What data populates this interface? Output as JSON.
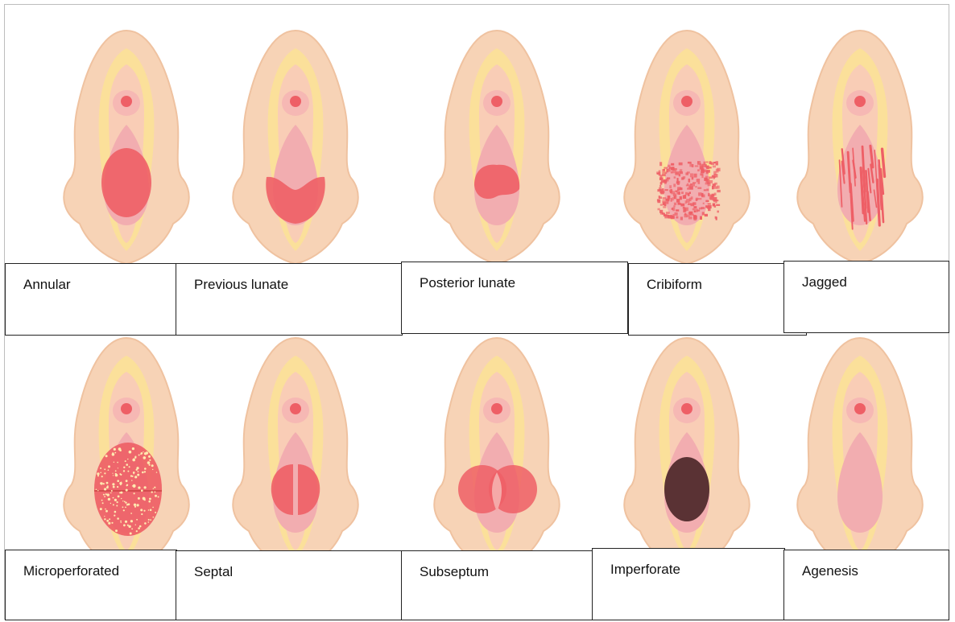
{
  "colors": {
    "skin": "#f7d3b6",
    "skin_edge": "#efc2a0",
    "labia": "#fbe09a",
    "pink": "#f2adb0",
    "hymen": "#ee5f66",
    "dark": "#5a3234"
  },
  "row1": [
    {
      "variant": "annular",
      "label": "Annular"
    },
    {
      "variant": "previous-lunate",
      "label": "Previous lunate"
    },
    {
      "variant": "posterior-lunate",
      "label": "Posterior lunate"
    },
    {
      "variant": "cribiform",
      "label": "Cribiform"
    },
    {
      "variant": "jagged",
      "label": "Jagged"
    }
  ],
  "row2": [
    {
      "variant": "microperforated",
      "label": "Microperforated"
    },
    {
      "variant": "septal",
      "label": "Septal"
    },
    {
      "variant": "subseptum",
      "label": "Subseptum"
    },
    {
      "variant": "imperforate",
      "label": "Imperforate"
    },
    {
      "variant": "agenesis",
      "label": "Agenesis"
    }
  ]
}
